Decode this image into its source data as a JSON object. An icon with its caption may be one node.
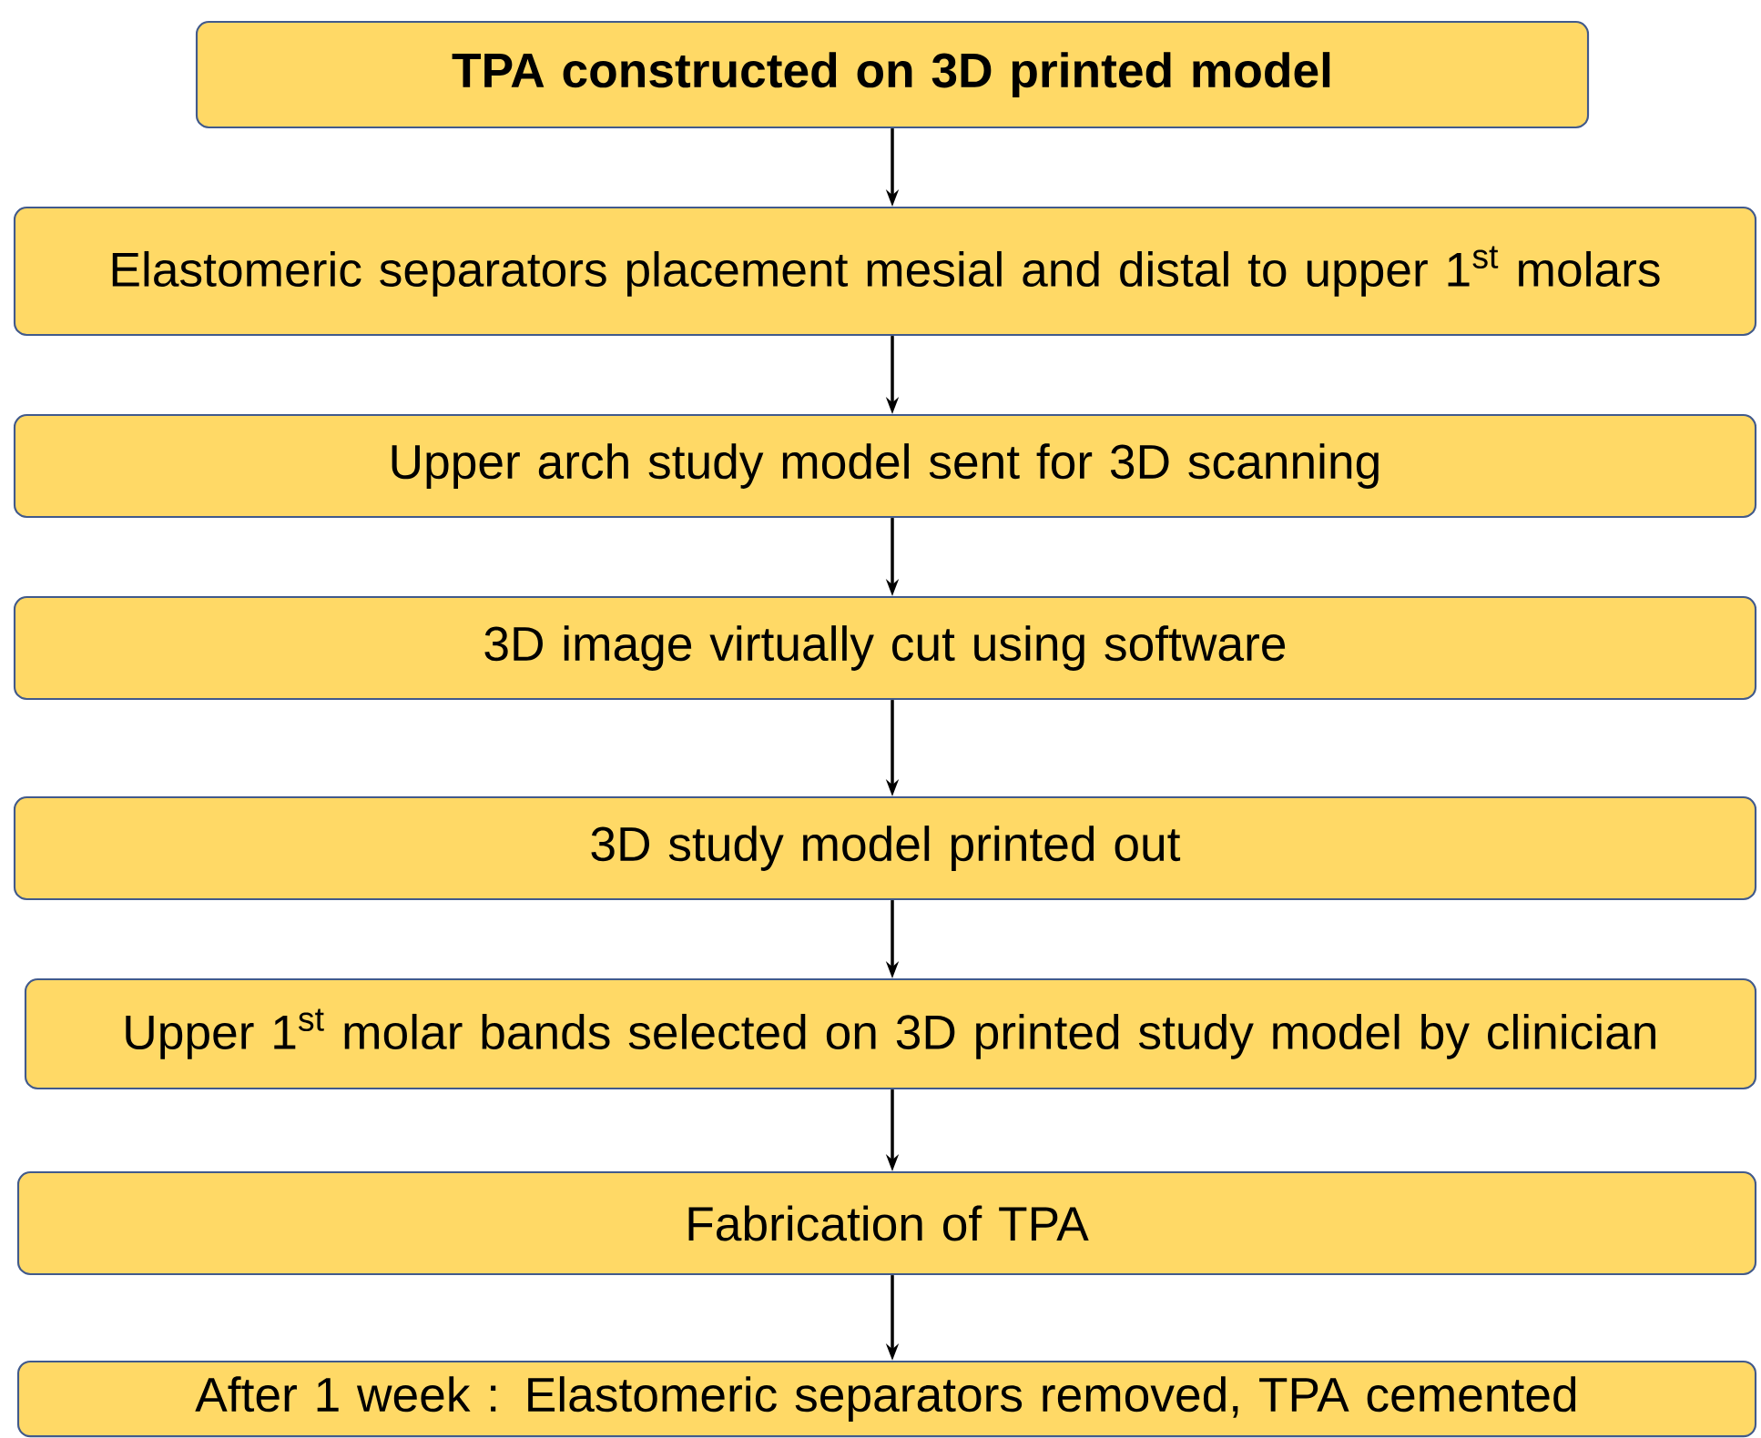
{
  "diagram": {
    "nodes": [
      {
        "text": [
          "TPA constructed on 3D printed model"
        ]
      },
      {
        "text": [
          "Elastomeric separators placement mesial and distal to upper 1$^{st}$ molars"
        ]
      },
      {
        "text": [
          "Upper arch study model sent for 3D scanning"
        ]
      },
      {
        "text": [
          "3D image virtually cut using software"
        ]
      },
      {
        "text": [
          "3D study model printed out"
        ]
      },
      {
        "text": [
          "Upper 1$^{st}$ molar bands selected on 3D printed study model by clinician"
        ]
      },
      {
        "text": [
          "Fabrication of TPA"
        ]
      },
      {
        "text": [
          "After 1 week : Elastomeric separators removed, TPA cemented"
        ]
      }
    ],
    "edges": [
      {
        "from": 0,
        "to": 1,
        "arrow": "to"
      },
      {
        "from": 1,
        "to": 2,
        "arrow": "to"
      },
      {
        "from": 2,
        "to": 3,
        "arrow": "to"
      },
      {
        "from": 3,
        "to": 4,
        "arrow": "to"
      },
      {
        "from": 4,
        "to": 5,
        "arrow": "to"
      },
      {
        "from": 5,
        "to": 6,
        "arrow": "to"
      },
      {
        "from": 6,
        "to": 7,
        "arrow": "to"
      }
    ]
  }
}
